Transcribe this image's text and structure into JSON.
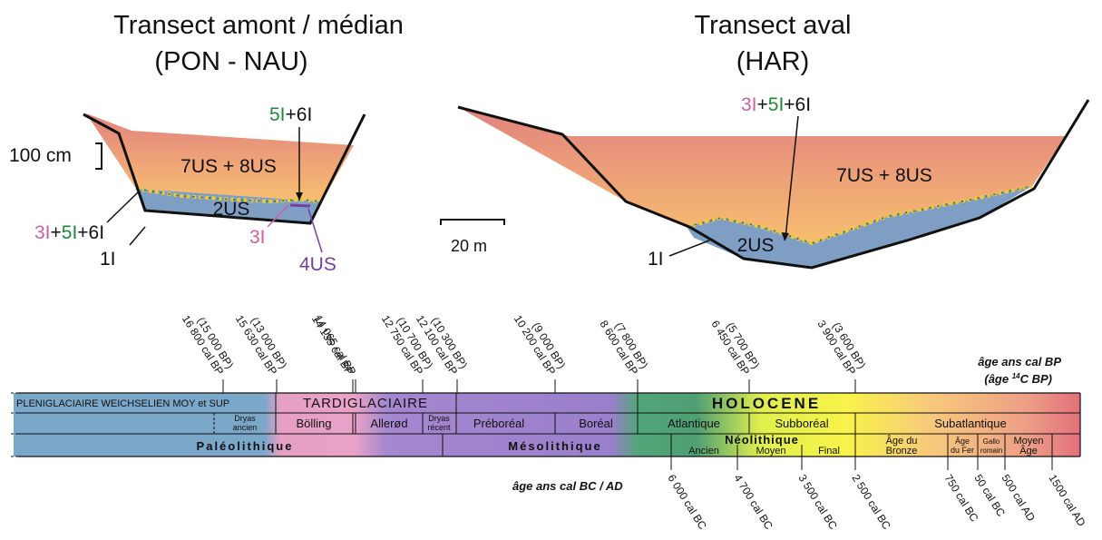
{
  "titles": {
    "left_line1": "Transect amont / médian",
    "left_line2": "(PON - NAU)",
    "right_line1": "Transect aval",
    "right_line2": "(HAR)"
  },
  "left_section": {
    "scale_label": "100 cm",
    "upper_label": "7US + 8US",
    "lower_label": "2US",
    "top_annotation": {
      "part1": "5I",
      "part2": "+6I"
    },
    "left_annotation": {
      "part1": "3I",
      "part2": "+",
      "part3": "5I",
      "part4": "+6I"
    },
    "base_label": "1I",
    "pink_label": "3I",
    "purple_label": "4US"
  },
  "right_section": {
    "scale_label": "20 m",
    "upper_label": "7US + 8US",
    "lower_label": "2US",
    "top_annotation": {
      "part1": "3I",
      "part2": "+",
      "part3": "5I",
      "part4": "+6I"
    },
    "base_label": "1I"
  },
  "colors": {
    "orange_top": "#e48a82",
    "orange_bottom": "#f7b86e",
    "blue": "#7f9ec3",
    "pink_text": "#cc5f9e",
    "green_text": "#1d8a3a",
    "purple_text": "#7a3aa8"
  },
  "timeline": {
    "top_ticks": [
      {
        "line1": "16 800 cal BP",
        "line2": "(15 000 BP)"
      },
      {
        "line1": "15 630 cal BP",
        "line2": "(13 000 BP)"
      },
      {
        "line1": "14 135 cal BP",
        "line2": ""
      },
      {
        "line1": "14 065 cal BP",
        "line2": ""
      },
      {
        "line1": "12 750 cal BP",
        "line2": "(10 700 BP)"
      },
      {
        "line1": "12 100 cal BP",
        "line2": "(10 300 BP)"
      },
      {
        "line1": "10 200 cal BP",
        "line2": "(9 000 BP)"
      },
      {
        "line1": "8 600 cal BP",
        "line2": "(7 800 BP)"
      },
      {
        "line1": "6 450 cal BP",
        "line2": "(5 700 BP)"
      },
      {
        "line1": "3 900 cal BP",
        "line2": "(3 600 BP)"
      }
    ],
    "top_axis_label": {
      "line1": "âge ans cal BP",
      "line2_prefix": "(âge ",
      "line2_sup": "14",
      "line2_suffix": "C BP)"
    },
    "bottom_axis_label": "âge ans cal BC / AD",
    "bottom_ticks": [
      "6 000 cal BC",
      "4 700 cal BC",
      "3 500 cal BC",
      "2 500 cal BC",
      "750 cal BC",
      "50 cal BC",
      "500 cal AD",
      "1500 cal AD"
    ],
    "row1": {
      "pleniglaciaire": "PLENIGLACIAIRE WEICHSELIEN MOY et SUP",
      "tardiglaciaire": "TARDIGLACIAIRE",
      "holocene": "HOLOCENE"
    },
    "row2": {
      "dryas_ancien": [
        "Dryas",
        "ancien"
      ],
      "bolling": "Bölling",
      "allerod": "Allerød",
      "dryas_recent": [
        "Dryas",
        "récent"
      ],
      "preboreal": "Préboréal",
      "boreal": "Boréal",
      "atlantique": "Atlantique",
      "subboreal": "Subboréal",
      "subatlantique": "Subatlantique"
    },
    "row3": {
      "paleolithique": "Paléolithique",
      "mesolithique": "Mésolithique",
      "neolithique": "Néolithique",
      "ancien": "Ancien",
      "moyen": "Moyen",
      "final": "Final",
      "age_bronze": [
        "Âge du",
        "Bronze"
      ],
      "age_fer": [
        "Âge",
        "du Fer"
      ],
      "gallo_romain": [
        "Gallo",
        "romain"
      ],
      "moyen_age": [
        "Moyen",
        "Âge"
      ]
    }
  }
}
